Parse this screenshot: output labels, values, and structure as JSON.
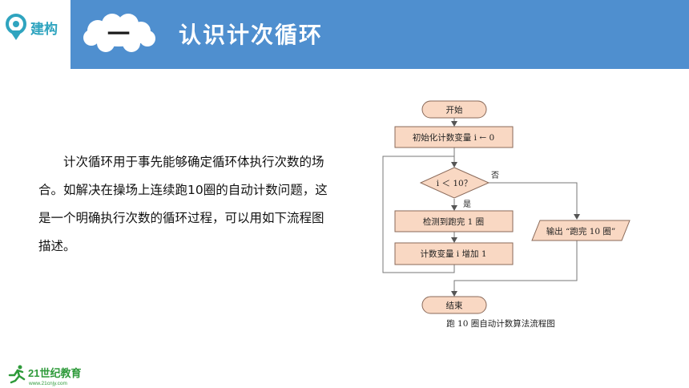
{
  "brand": {
    "name": "建构"
  },
  "header": {
    "section_number": "一",
    "title": "认识计次循环"
  },
  "body": {
    "paragraph": "计次循环用于事先能够确定循环体执行次数的场合。如解决在操场上连续跑10圈的自动计数问题，这是一个明确执行次数的循环过程，可以用如下流程图描述。"
  },
  "flowchart": {
    "start": "开始",
    "init": "初始化计数变量 i ← 0",
    "condition": "i ＜ 10？",
    "yes": "是",
    "no": "否",
    "detect": "检测到跑完 1 圈",
    "increment": "计数变量 i 增加 1",
    "output": "输出 “跑完 10 圈”",
    "end": "结束",
    "caption": "跑 10 圈自动计数算法流程图"
  },
  "footer": {
    "logo": "21世纪教育",
    "url": "www.21cnjy.com"
  },
  "colors": {
    "header": "#4f8fcf",
    "box_fill": "#f9d8c3",
    "box_stroke": "#8a6a5a",
    "brand": "#2fa4bf",
    "footer_green": "#2e9a3a"
  }
}
